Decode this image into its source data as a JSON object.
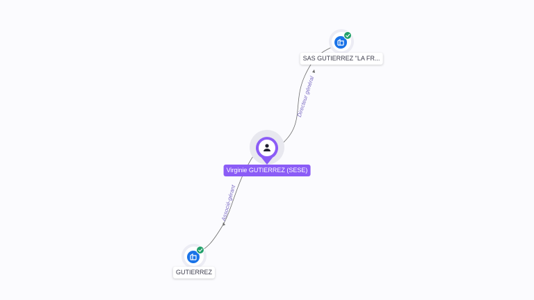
{
  "nodes": [
    {
      "id": "person",
      "type": "person",
      "label": "Virginie GUTIERREZ (SESE)",
      "icon": "user-icon",
      "verified": false
    },
    {
      "id": "company-1",
      "type": "company",
      "label": "SAS GUTIERREZ \"LA FR...",
      "icon": "building-icon",
      "verified": true
    },
    {
      "id": "company-2",
      "type": "company",
      "label": "GUTIERREZ",
      "icon": "building-icon",
      "verified": true
    }
  ],
  "edges": [
    {
      "from": "person",
      "to": "company-1",
      "label": "Directeur général"
    },
    {
      "from": "person",
      "to": "company-2",
      "label": "Associé-gérant"
    }
  ],
  "colors": {
    "accent": "#8b5cf6",
    "company_icon": "#1a73e8",
    "verified_badge": "#22a06b",
    "edge": "#555555",
    "edge_label": "#7c6cc4"
  }
}
